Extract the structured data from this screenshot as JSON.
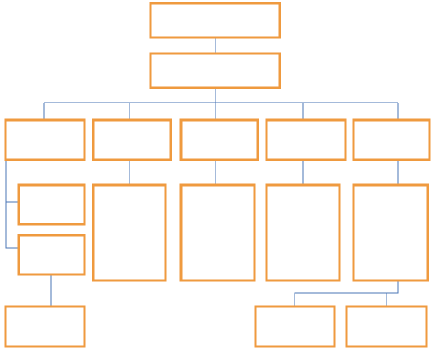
{
  "diagram": {
    "type": "org-chart",
    "colors": {
      "box_border": "#ef9a3f",
      "box_fill": "#ffffff",
      "connector": "#4a74b5",
      "background": "#ffffff"
    },
    "nodes": [
      {
        "id": "top",
        "label": ""
      },
      {
        "id": "second",
        "label": ""
      },
      {
        "id": "branch-1",
        "label": ""
      },
      {
        "id": "branch-2",
        "label": ""
      },
      {
        "id": "branch-3",
        "label": ""
      },
      {
        "id": "branch-4",
        "label": ""
      },
      {
        "id": "branch-5",
        "label": ""
      },
      {
        "id": "branch-1-child-1",
        "label": ""
      },
      {
        "id": "branch-1-child-2",
        "label": ""
      },
      {
        "id": "branch-1-child-2-child",
        "label": ""
      },
      {
        "id": "branch-2-child",
        "label": ""
      },
      {
        "id": "branch-3-child",
        "label": ""
      },
      {
        "id": "branch-4-child",
        "label": ""
      },
      {
        "id": "branch-5-child",
        "label": ""
      },
      {
        "id": "branch-5-child-left",
        "label": ""
      },
      {
        "id": "branch-5-child-right",
        "label": ""
      }
    ]
  }
}
